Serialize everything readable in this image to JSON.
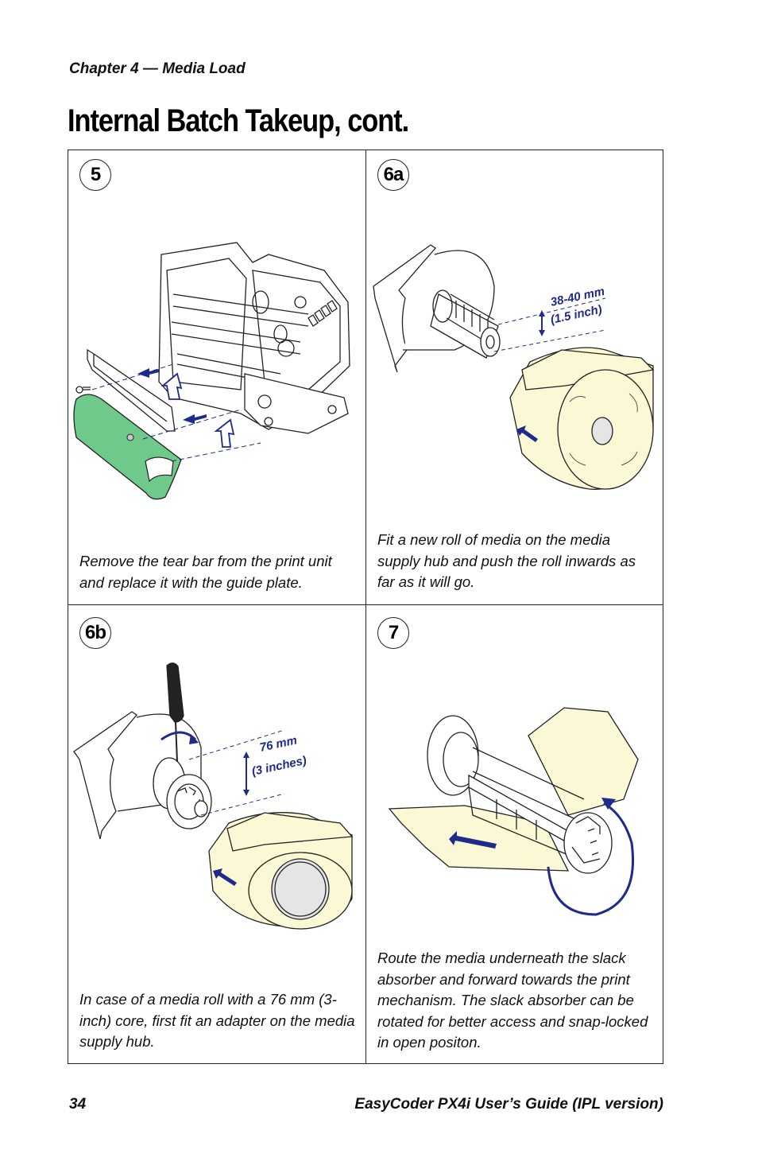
{
  "header": {
    "chapter": "Chapter 4 — Media Load"
  },
  "page_title": "Internal Batch Takeup, cont.",
  "steps": [
    {
      "number": "5",
      "caption": "Remove the tear bar from the print unit and replace it with the guide plate."
    },
    {
      "number": "6a",
      "caption": "Fit a new roll of media on the media supply hub and push the roll inwards as far as it will go.",
      "dim_mm": "38-40 mm",
      "dim_inch": "(1.5 inch)"
    },
    {
      "number": "6b",
      "caption": "In case of a media roll with a 76 mm (3-inch) core, first fit an adapter on the media supply hub.",
      "dim_mm": "76 mm",
      "dim_inch": "(3 inches)"
    },
    {
      "number": "7",
      "caption": "Route the media underneath the slack absorber and forward towards the print mechanism. The slack absorber can be rotated for better access and snap-locked in open positon."
    }
  ],
  "colors": {
    "arrow": "#1f2a8a",
    "media": "#fbf8d6",
    "guide_plate": "#6fc98a",
    "line": "#222222"
  },
  "footer": {
    "page_number": "34",
    "guide_title": "EasyCoder PX4i User’s Guide (IPL version)"
  }
}
